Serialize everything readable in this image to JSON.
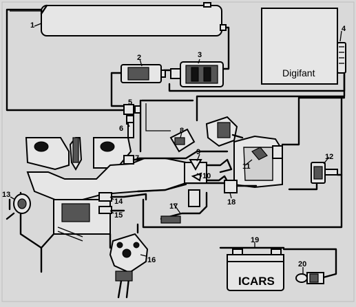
{
  "labels": {
    "l1": "1",
    "l2": "2",
    "l3": "3",
    "l4": "4",
    "l5": "5",
    "l6": "6",
    "l7": "7",
    "l8": "8",
    "l9": "9",
    "l10": "10",
    "l11": "11",
    "l12": "12",
    "l13": "13",
    "l14": "14",
    "l15": "15",
    "l16": "16",
    "l17": "17",
    "l18": "18",
    "l19": "19",
    "l20": "20"
  },
  "ecu": {
    "label": "Digifant"
  },
  "battery": {
    "label": "ICARS"
  },
  "colors": {
    "background": "#d9d9d9",
    "line": "#000000",
    "component_fill": "#e6e6e6"
  },
  "icons": [
    "fuel-tank-icon",
    "fuel-filter-icon",
    "fuel-pump-icon",
    "ecu-icon",
    "distributor-icon",
    "battery-icon",
    "lamp-icon"
  ]
}
